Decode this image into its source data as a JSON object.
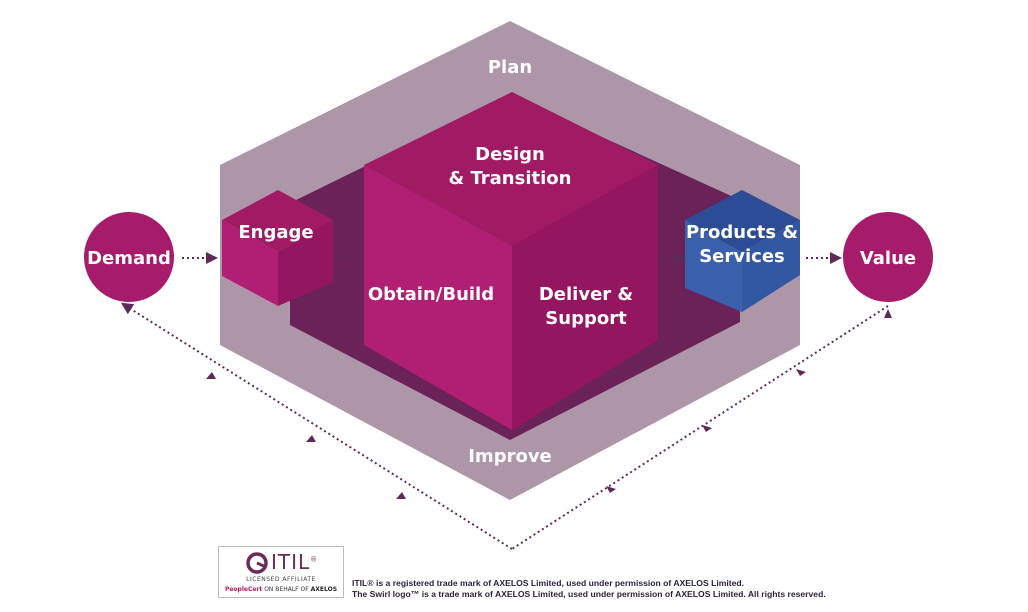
{
  "diagram": {
    "outer_top_label": "Plan",
    "outer_bottom_label": "Improve",
    "center_top_label": [
      "Design",
      "& Transition"
    ],
    "center_left_label": "Obtain/Build",
    "center_right_label": [
      "Deliver &",
      "Support"
    ],
    "small_left_label": "Engage",
    "small_right_label": [
      "Products &",
      "Services"
    ],
    "left_circle_label": "Demand",
    "right_circle_label": "Value"
  },
  "colors": {
    "outer_frame": "#ae96a9",
    "inner_floor": "#6a2259",
    "magenta_top": "#a01a64",
    "magenta_left": "#b11f74",
    "magenta_right": "#951660",
    "blue_top": "#2c4d96",
    "blue_front": "#3a5fad",
    "circle": "#a61c6a",
    "arrow": "#5e2a58"
  },
  "footer": {
    "logo_word": "ITIL",
    "logo_mark": "®",
    "logo_sub": "LICENSED AFFILIATE",
    "logo_peoplecert": "PeopleCert",
    "logo_onbehalf": "ON BEHALF OF",
    "logo_axelos": "AXELOS",
    "notice_line1": "ITIL® is a registered trade mark of AXELOS Limited, used under permission of AXELOS Limited.",
    "notice_line2": "The Swirl logo™ is a trade mark of AXELOS Limited, used under permission of AXELOS Limited. All rights reserved."
  }
}
